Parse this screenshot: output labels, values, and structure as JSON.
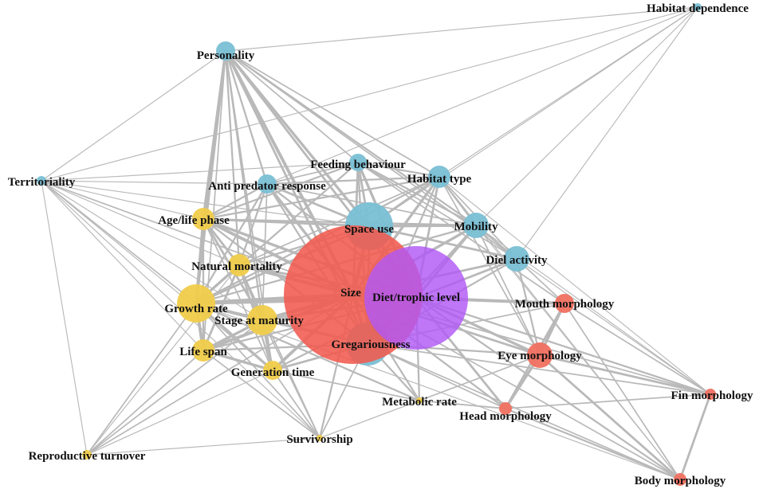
{
  "colors": {
    "behaviour": "#79bfd4",
    "life_history": "#f0cc4a",
    "morphology": "#f07060",
    "size": "#f15a4f",
    "diet": "#b158f5",
    "edge": "#b9b9b9",
    "label": "#111111",
    "background": "#ffffff"
  },
  "nodes": [
    {
      "id": "habitat-dependence",
      "label": "Habitat dependence",
      "group": "behaviour",
      "size": 1
    },
    {
      "id": "personality",
      "label": "Personality",
      "group": "behaviour",
      "size": 3
    },
    {
      "id": "territoriality",
      "label": "Territoriality",
      "group": "behaviour",
      "size": 1
    },
    {
      "id": "feeding-behaviour",
      "label": "Feeding behaviour",
      "group": "behaviour",
      "size": 3
    },
    {
      "id": "habitat-type",
      "label": "Habitat type",
      "group": "behaviour",
      "size": 4
    },
    {
      "id": "anti-predator-response",
      "label": "Anti predator response",
      "group": "behaviour",
      "size": 3
    },
    {
      "id": "age-life-phase",
      "label": "Age/life phase",
      "group": "life_history",
      "size": 4
    },
    {
      "id": "space-use",
      "label": "Space use",
      "group": "behaviour",
      "size": 9
    },
    {
      "id": "mobility",
      "label": "Mobility",
      "group": "behaviour",
      "size": 5
    },
    {
      "id": "natural-mortality",
      "label": "Natural mortality",
      "group": "life_history",
      "size": 4
    },
    {
      "id": "diel-activity",
      "label": "Diel activity",
      "group": "behaviour",
      "size": 4
    },
    {
      "id": "size",
      "label": "Size",
      "group": "size",
      "size": 30
    },
    {
      "id": "diet-trophic-level",
      "label": "Diet/trophic level",
      "group": "diet",
      "size": 22
    },
    {
      "id": "mouth-morphology",
      "label": "Mouth morphology",
      "group": "morphology",
      "size": 3
    },
    {
      "id": "growth-rate",
      "label": "Growth rate",
      "group": "life_history",
      "size": 6
    },
    {
      "id": "stage-at-maturity",
      "label": "Stage at maturity",
      "group": "life_history",
      "size": 5
    },
    {
      "id": "gregariousness",
      "label": "Gregariousness",
      "group": "behaviour",
      "size": 7
    },
    {
      "id": "eye-morphology",
      "label": "Eye morphology",
      "group": "morphology",
      "size": 4
    },
    {
      "id": "life-span",
      "label": "Life span",
      "group": "life_history",
      "size": 3
    },
    {
      "id": "generation-time",
      "label": "Generation time",
      "group": "life_history",
      "size": 3
    },
    {
      "id": "fin-morphology",
      "label": "Fin morphology",
      "group": "morphology",
      "size": 2
    },
    {
      "id": "metabolic-rate",
      "label": "Metabolic rate",
      "group": "life_history",
      "size": 1
    },
    {
      "id": "head-morphology",
      "label": "Head morphology",
      "group": "morphology",
      "size": 2
    },
    {
      "id": "survivorship",
      "label": "Survivorship",
      "group": "life_history",
      "size": 1
    },
    {
      "id": "reproductive-turnover",
      "label": "Reproductive turnover",
      "group": "life_history",
      "size": 1
    },
    {
      "id": "body-morphology",
      "label": "Body morphology",
      "group": "morphology",
      "size": 2
    }
  ]
}
